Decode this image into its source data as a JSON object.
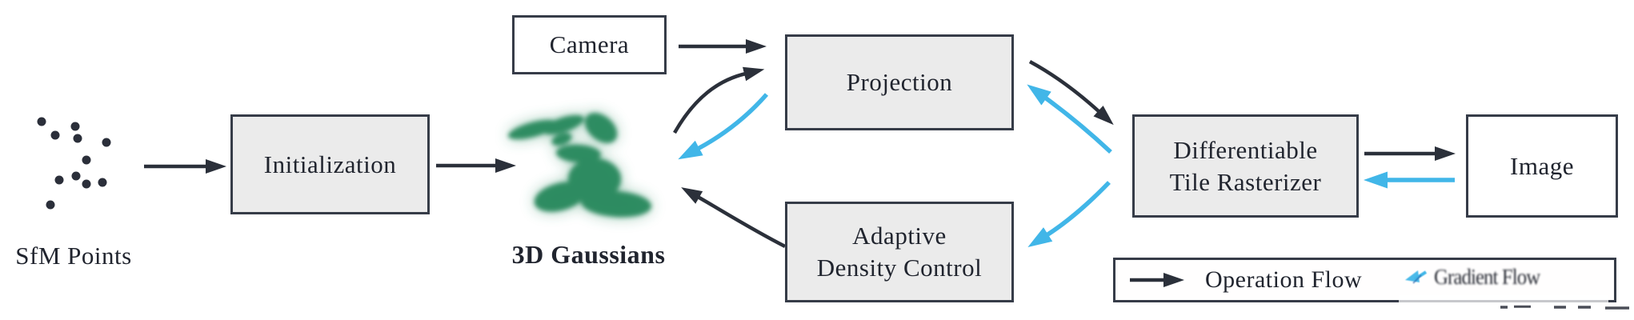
{
  "nodes": {
    "camera": {
      "label": "Camera"
    },
    "initialization": {
      "label": "Initialization"
    },
    "projection": {
      "label": "Projection"
    },
    "adaptive_density_control": {
      "label": "Adaptive Density Control",
      "label_lines": [
        "Adaptive",
        "Density Control"
      ]
    },
    "differentiable_tile_rasterizer": {
      "label": "Differentiable Tile Rasterizer",
      "label_lines": [
        "Differentiable",
        "Tile Rasterizer"
      ]
    },
    "image": {
      "label": "Image"
    }
  },
  "annotations": {
    "sfm_points": {
      "label": "SfM Points"
    },
    "gaussians_3d": {
      "label": "3D Gaussians"
    }
  },
  "legend": {
    "operation_flow": {
      "label": "Operation Flow",
      "color": "#2b303a"
    },
    "gradient_flow": {
      "label": "Gradient Flow",
      "color": "#41b6e8"
    }
  },
  "edges": [
    {
      "from": "SfM Points",
      "to": "Initialization",
      "type": "operation"
    },
    {
      "from": "Initialization",
      "to": "3D Gaussians",
      "type": "operation"
    },
    {
      "from": "Camera",
      "to": "Projection",
      "type": "operation"
    },
    {
      "from": "3D Gaussians",
      "to": "Projection",
      "type": "operation"
    },
    {
      "from": "Projection",
      "to": "3D Gaussians",
      "type": "gradient"
    },
    {
      "from": "Adaptive Density Control",
      "to": "3D Gaussians",
      "type": "operation"
    },
    {
      "from": "Projection",
      "to": "Differentiable Tile Rasterizer",
      "type": "operation"
    },
    {
      "from": "Differentiable Tile Rasterizer",
      "to": "Projection",
      "type": "gradient"
    },
    {
      "from": "Differentiable Tile Rasterizer",
      "to": "Adaptive Density Control",
      "type": "gradient"
    },
    {
      "from": "Differentiable Tile Rasterizer",
      "to": "Image",
      "type": "operation"
    },
    {
      "from": "Image",
      "to": "Differentiable Tile Rasterizer",
      "type": "gradient"
    }
  ],
  "colors": {
    "node_fill": "#ebebeb",
    "node_border": "#363c48",
    "text": "#20242e",
    "operation_arrow": "#2b303a",
    "gradient_arrow": "#41b6e8",
    "gaussian_green": "#2c8a5e",
    "sfm_dot": "#2b2f3a"
  }
}
